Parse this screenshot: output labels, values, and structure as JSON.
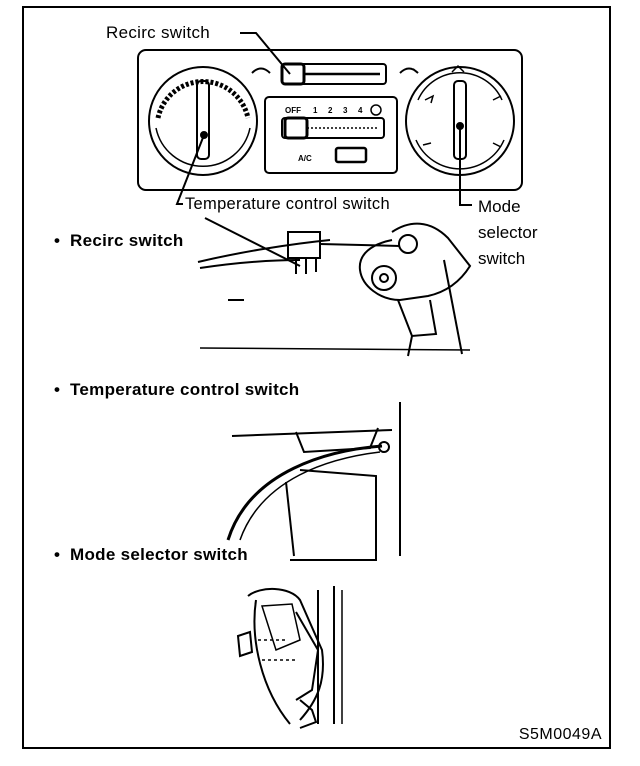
{
  "diagram": {
    "callouts": {
      "recirc": "Recirc switch",
      "temperature": "Temperature  control  switch",
      "mode_lines": [
        "Mode",
        "selector",
        "switch"
      ]
    },
    "panel": {
      "fan_labels": [
        "OFF",
        "1",
        "2",
        "3",
        "4"
      ],
      "ac_label": "A/C"
    },
    "sections": [
      {
        "bullet": "•",
        "title": "Recirc  switch"
      },
      {
        "bullet": "•",
        "title": "Temperature  control  switch"
      },
      {
        "bullet": "•",
        "title": "Mode  selector  switch"
      }
    ],
    "figure_code": "S5M0049A"
  }
}
